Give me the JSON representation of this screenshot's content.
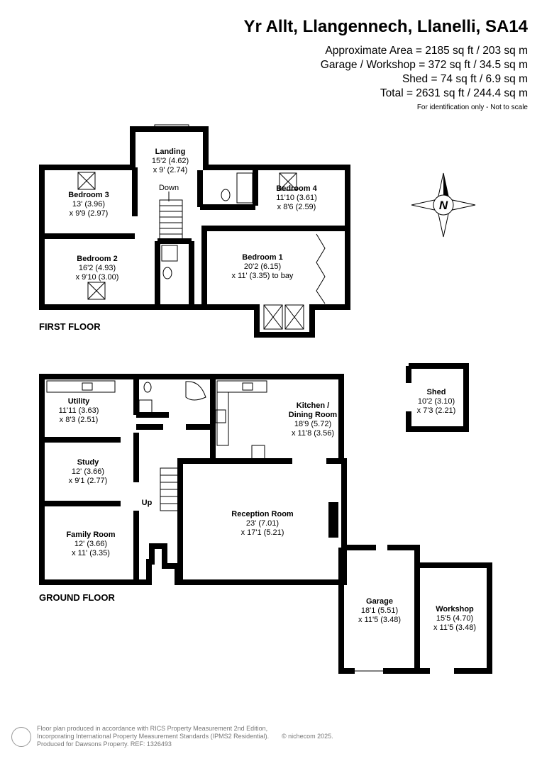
{
  "header": {
    "title": "Yr Allt, Llangennech, Llanelli, SA14",
    "areas": [
      "Approximate Area = 2185 sq ft / 203 sq m",
      "Garage / Workshop = 372 sq ft / 34.5 sq m",
      "Shed = 74 sq ft / 6.9 sq m",
      "Total = 2631 sq ft / 244.4 sq m"
    ],
    "note": "For identification only - Not to scale"
  },
  "compass": {
    "label": "N",
    "icon": "compass-icon"
  },
  "first_floor": {
    "label": "FIRST FLOOR",
    "stair_label": "Down",
    "rooms": [
      {
        "name": "Landing",
        "dims": [
          "15'2 (4.62)",
          "x 9' (2.74)"
        ]
      },
      {
        "name": "Bedroom 3",
        "dims": [
          "13' (3.96)",
          "x 9'9 (2.97)"
        ]
      },
      {
        "name": "Bedroom 4",
        "dims": [
          "11'10 (3.61)",
          "x 8'6 (2.59)"
        ]
      },
      {
        "name": "Bedroom 2",
        "dims": [
          "16'2 (4.93)",
          "x 9'10 (3.00)"
        ]
      },
      {
        "name": "Bedroom 1",
        "dims": [
          "20'2 (6.15)",
          "x 11' (3.35) to bay"
        ]
      }
    ]
  },
  "ground_floor": {
    "label": "GROUND FLOOR",
    "stair_label": "Up",
    "rooms": [
      {
        "name": "Utility",
        "dims": [
          "11'11 (3.63)",
          "x 8'3 (2.51)"
        ]
      },
      {
        "name": "Kitchen /",
        "name2": "Dining Room",
        "dims": [
          "18'9 (5.72)",
          "x 11'8 (3.56)"
        ]
      },
      {
        "name": "Study",
        "dims": [
          "12' (3.66)",
          "x 9'1 (2.77)"
        ]
      },
      {
        "name": "Reception Room",
        "dims": [
          "23' (7.01)",
          "x 17'1 (5.21)"
        ]
      },
      {
        "name": "Family Room",
        "dims": [
          "12' (3.66)",
          "x 11' (3.35)"
        ]
      },
      {
        "name": "Garage",
        "dims": [
          "18'1 (5.51)",
          "x 11'5 (3.48)"
        ]
      },
      {
        "name": "Workshop",
        "dims": [
          "15'5 (4.70)",
          "x 11'5 (3.48)"
        ]
      },
      {
        "name": "Shed",
        "dims": [
          "10'2 (3.10)",
          "x 7'3 (2.21)"
        ]
      }
    ]
  },
  "footer": {
    "lines": [
      "Floor plan produced in accordance with RICS Property Measurement 2nd Edition,",
      "Incorporating International Property Measurement Standards (IPMS2 Residential).",
      "Produced for Dawsons Property.   REF: 1326493"
    ],
    "copyright": "© nichecom 2025."
  }
}
